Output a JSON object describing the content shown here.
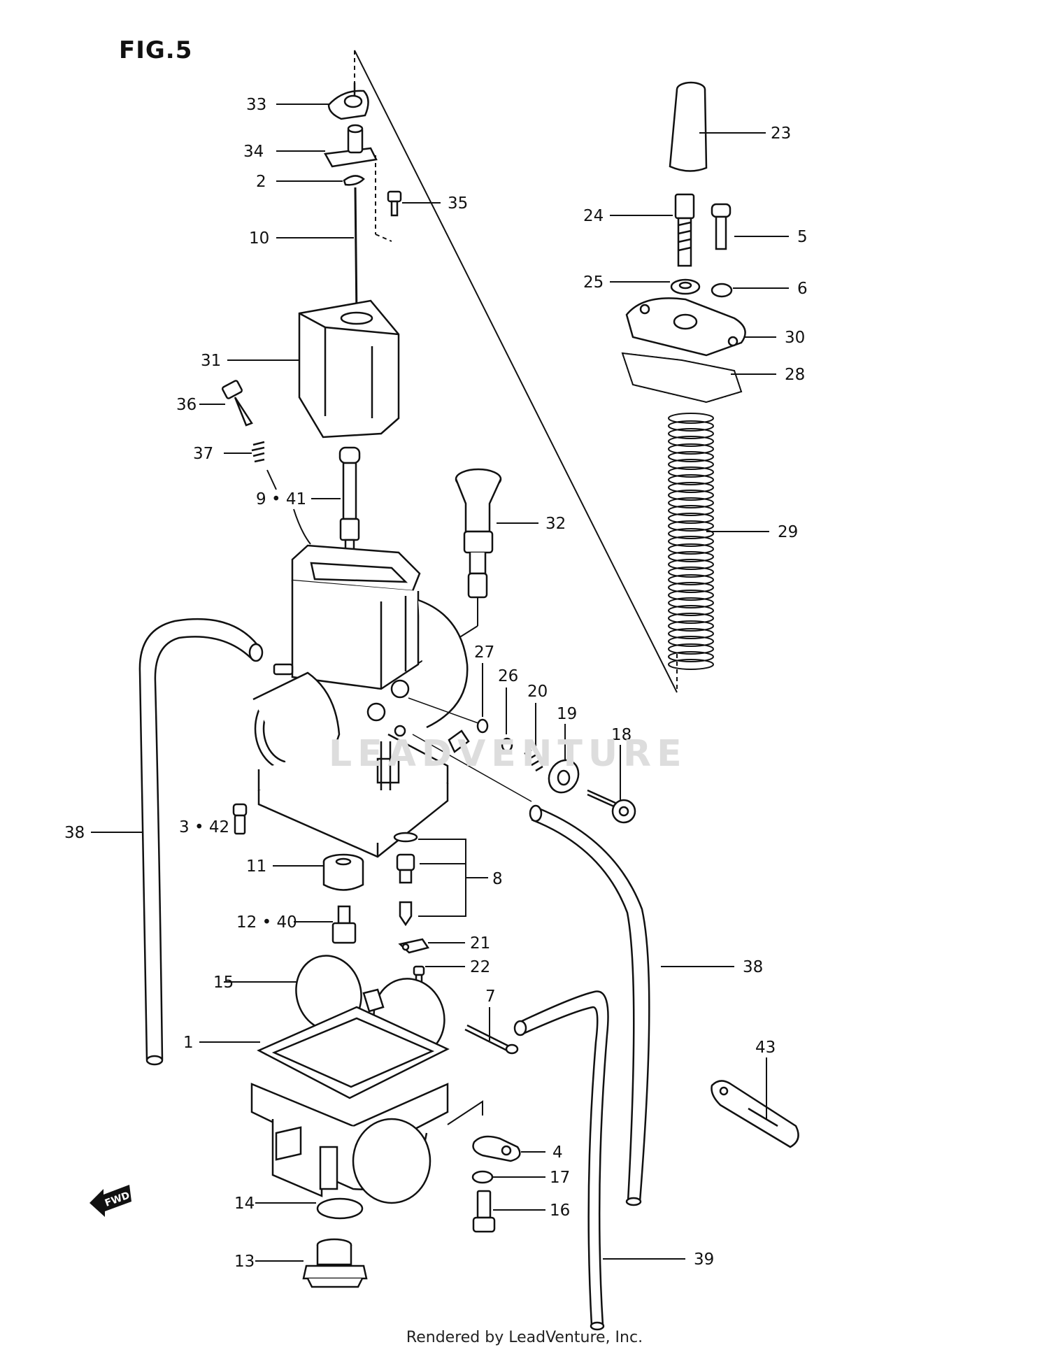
{
  "figure": {
    "title": "FIG.5"
  },
  "watermark": {
    "text": "LEADVENTURE"
  },
  "footer": {
    "text": "Rendered by LeadVenture, Inc."
  },
  "fwd_badge": {
    "label": "FWD"
  },
  "callouts": [
    "33",
    "34",
    "2",
    "35",
    "10",
    "31",
    "36",
    "37",
    "9 • 41",
    "32",
    "23",
    "24",
    "5",
    "25",
    "6",
    "30",
    "28",
    "29",
    "27",
    "26",
    "20",
    "19",
    "18",
    "38",
    "3 • 42",
    "11",
    "8",
    "12 • 40",
    "21",
    "22",
    "15",
    "7",
    "38",
    "1",
    "43",
    "4",
    "17",
    "14",
    "16",
    "13",
    "39"
  ]
}
